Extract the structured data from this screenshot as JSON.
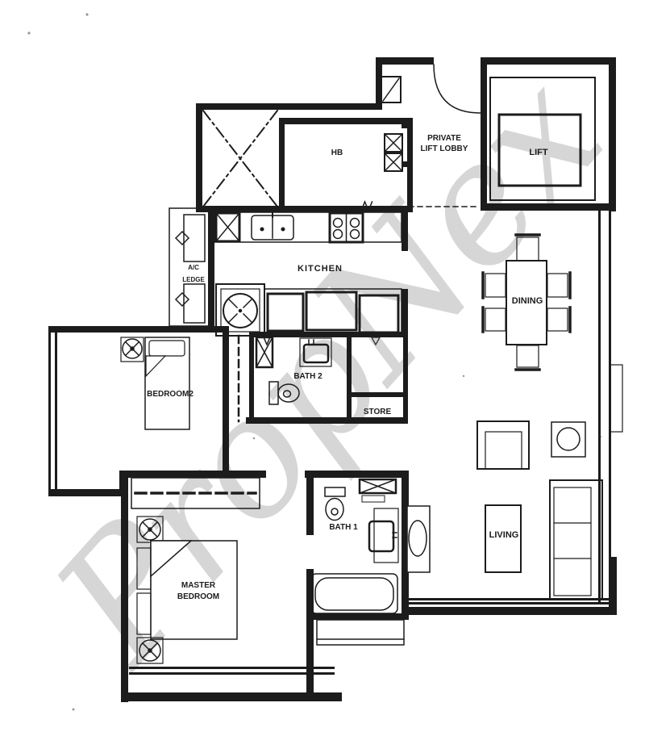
{
  "colors": {
    "ink": "#1c1c1c",
    "watermark": "#d6d6d6",
    "background": "#ffffff"
  },
  "watermark": {
    "text": "PropNex"
  },
  "rooms": {
    "private_lift_lobby": {
      "line1": "PRIVATE",
      "line2": "LIFT LOBBY"
    },
    "lift": {
      "label": "LIFT"
    },
    "hb": {
      "label": "HB"
    },
    "kitchen": {
      "label": "KITCHEN"
    },
    "ac_ledge": {
      "line1": "A/C",
      "line2": "LEDGE"
    },
    "bedroom2": {
      "label": "BEDROOM2"
    },
    "bath2": {
      "label": "BATH 2"
    },
    "store": {
      "label": "STORE"
    },
    "dining": {
      "label": "DINING"
    },
    "living": {
      "label": "LIVING"
    },
    "master_bedroom": {
      "line1": "MASTER",
      "line2": "BEDROOM"
    },
    "bath1": {
      "label": "BATH 1"
    }
  }
}
